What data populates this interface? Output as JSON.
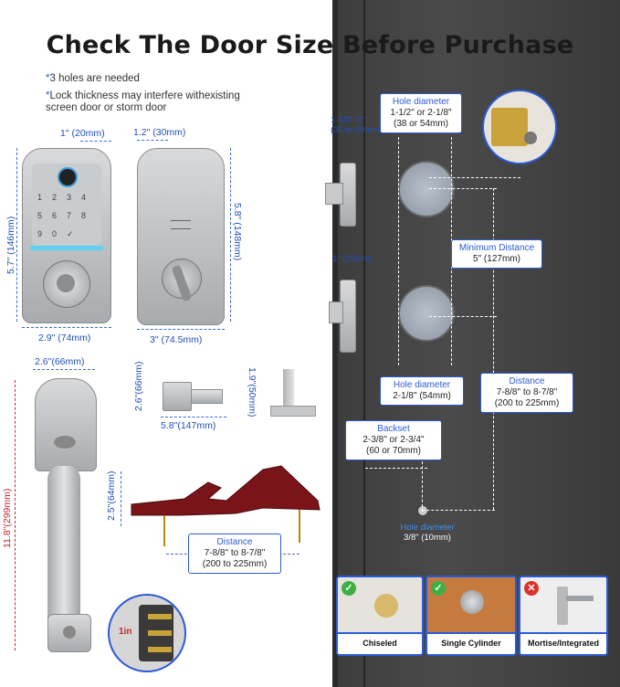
{
  "title": "Check The Door Size Before Purchase",
  "notes": [
    {
      "mark": "*",
      "text": "3 holes are needed"
    },
    {
      "mark": "*",
      "text": "Lock thickness may interfere withexisting screen door or storm door"
    }
  ],
  "front_lock": {
    "width_top": "1\" (20mm)",
    "height": "5.7\" (146mm)",
    "width_bottom": "2.9\" (74mm)",
    "keys": [
      "1",
      "2",
      "3",
      "4",
      "5",
      "6",
      "7",
      "8",
      "9",
      "0",
      "✓"
    ]
  },
  "back_lock": {
    "width_top": "1.2\" (30mm)",
    "height": "5.8\" (148mm)",
    "width_bottom": "3\" (74.5mm)"
  },
  "handle_set": {
    "width_top": "2.6\"(66mm)",
    "height": "11.8\"(299mm)",
    "inset_label": "1in"
  },
  "lever": {
    "height": "2.6\"(66mm)",
    "width": "5.8\"(147mm)",
    "side_height": "1.9\"(50mm)"
  },
  "template": {
    "height": "2.5\"(64mm)",
    "distance_title": "Distance",
    "distance_line1": "7-8/8\" to 8-7/8\"",
    "distance_line2": "(200 to 225mm)"
  },
  "door": {
    "edge_thickness": "1-3/8\"-2\"",
    "edge_thickness_mm": "(35 to 50mm)",
    "latch_width": "1\" (25mm)",
    "hole_diameter_top": {
      "title": "Hole diameter",
      "line1": "1-1/2\" or 2-1/8\"",
      "line2": "(38 or 54mm)"
    },
    "min_distance": {
      "title": "Minimum Distance",
      "line1": "5\" (127mm)"
    },
    "hole_diameter_mid": {
      "title": "Hole diameter",
      "line1": "2-1/8\" (54mm)"
    },
    "distance": {
      "title": "Distance",
      "line1": "7-8/8\" to 8-7/8\"",
      "line2": "(200 to 225mm)"
    },
    "backset": {
      "title": "Backset",
      "line1": "2-3/8\" or 2-3/4\"",
      "line2": "(60 or 70mm)"
    },
    "hole_diameter_small": {
      "title": "Hole diameter",
      "line1": "3/8\" (10mm)"
    }
  },
  "door_types": [
    {
      "label": "Chiseled",
      "status": "✓",
      "status_color": "#3cb043"
    },
    {
      "label": "Single Cylinder",
      "status": "✓",
      "status_color": "#3cb043"
    },
    {
      "label": "Mortise/Integrated",
      "status": "✕",
      "status_color": "#d9342b"
    }
  ],
  "colors": {
    "accent": "#2a5bd7",
    "red": "#c0282d",
    "door": "#404040",
    "template": "#7a1418"
  }
}
